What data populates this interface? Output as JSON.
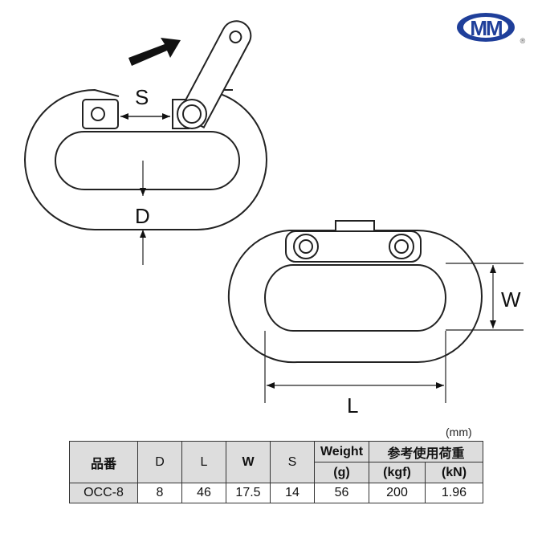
{
  "logo": {
    "text": "MM",
    "registered": "®",
    "color": "#1f3f9a"
  },
  "dims": {
    "S": "S",
    "D": "D",
    "W": "W",
    "L": "L"
  },
  "table": {
    "unit": "(mm)",
    "headers": {
      "part_no": "品番",
      "D": "D",
      "L": "L",
      "W": "W",
      "S": "S",
      "weight": "Weight",
      "weight_unit": "(g)",
      "load": "参考使用荷重",
      "kgf": "(kgf)",
      "kn": "(kN)"
    },
    "rows": [
      {
        "part_no": "OCC-8",
        "D": "8",
        "L": "46",
        "W": "17.5",
        "S": "14",
        "weight": "56",
        "kgf": "200",
        "kn": "1.96"
      }
    ]
  }
}
